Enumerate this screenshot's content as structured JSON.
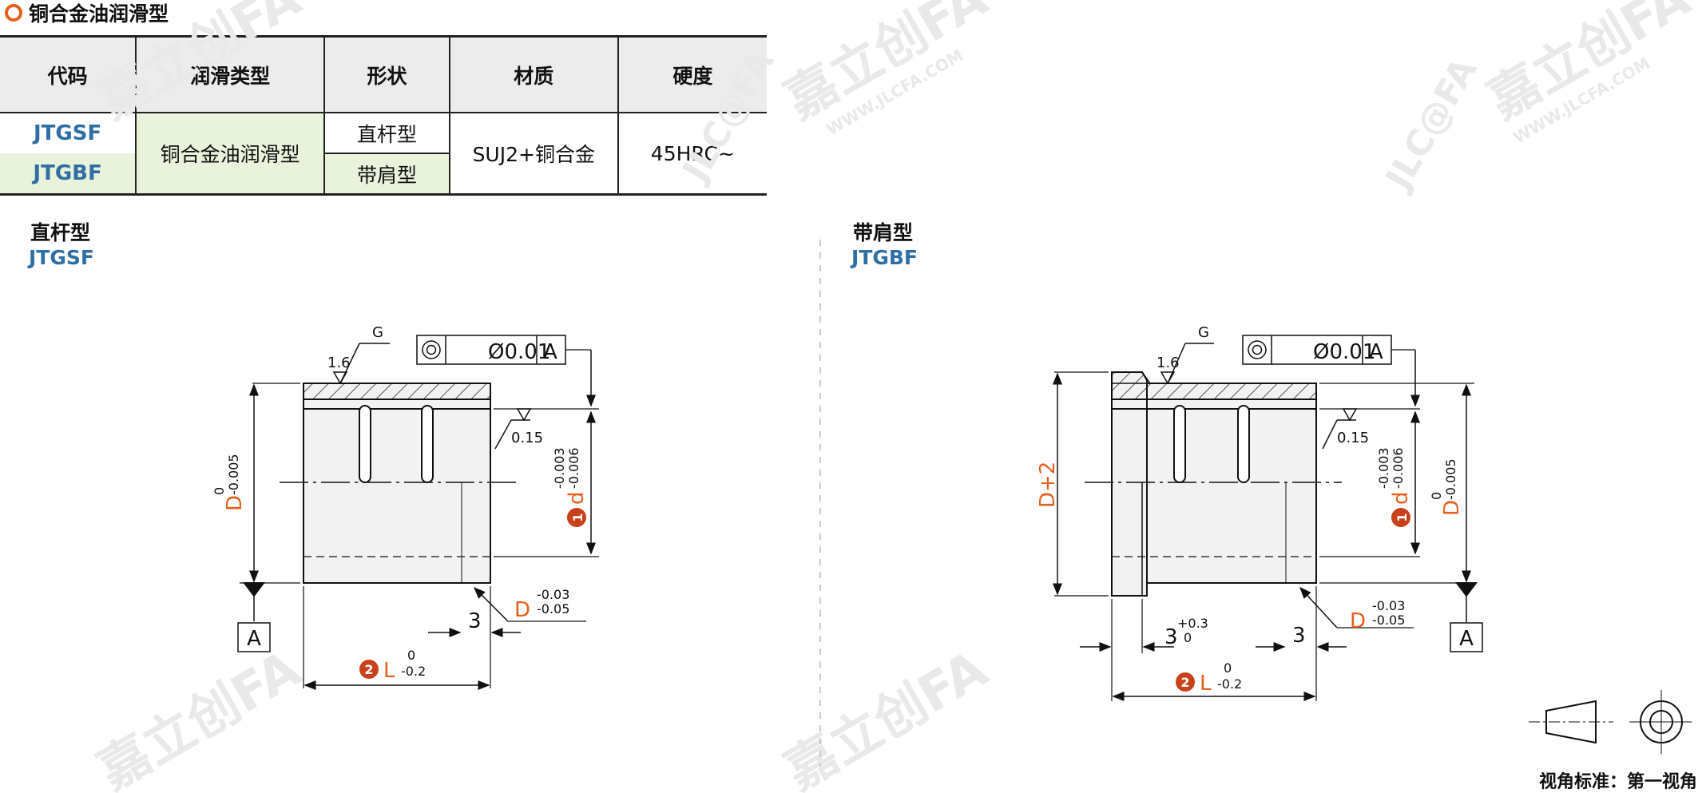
{
  "heading": "铜合金油润滑型",
  "table": {
    "headers": [
      "代码",
      "润滑类型",
      "形状",
      "材质",
      "硬度"
    ],
    "rows": [
      {
        "code": "JTGSF",
        "shape": "直杆型"
      },
      {
        "code": "JTGBF",
        "shape": "带肩型"
      }
    ],
    "lubrication": "铜合金油润滑型",
    "material": "SUJ2+铜合金",
    "hardness": "45HRC~"
  },
  "drawings": {
    "left": {
      "title": "直杆型",
      "code": "JTGSF"
    },
    "right": {
      "title": "带肩型",
      "code": "JTGBF"
    }
  },
  "annotations": {
    "tolerance_value": "Ø0.01",
    "datum": "A",
    "g_label": "G",
    "roughness_1": "1.6",
    "roughness_2": "0.15",
    "d_symbol": "d",
    "d_tol_upper": "-0.003",
    "d_tol_lower": "-0.006",
    "D_symbol": "D",
    "D_tol_upper": "0",
    "D_tol_lower": "-0.005",
    "D2_tol_upper": "-0.03",
    "D2_tol_lower": "-0.05",
    "L_symbol": "L",
    "L_tol_upper": "0",
    "L_tol_lower": "-0.2",
    "dim_3": "3",
    "dim_3_tol_upper": "+0.3",
    "dim_3_tol_lower": "0",
    "flange_dim": "D+2",
    "marker_1": "1",
    "marker_2": "2"
  },
  "watermark": {
    "brand": "嘉立创FA",
    "url": "WWW.JLCFA.COM",
    "logo": "JLC@FA"
  },
  "view_standard": "视角标准：第一视角",
  "colors": {
    "accent": "#e4601c",
    "code_blue": "#2f6fa3",
    "header_gray": "#ececec",
    "green": "#e9f3dc"
  }
}
